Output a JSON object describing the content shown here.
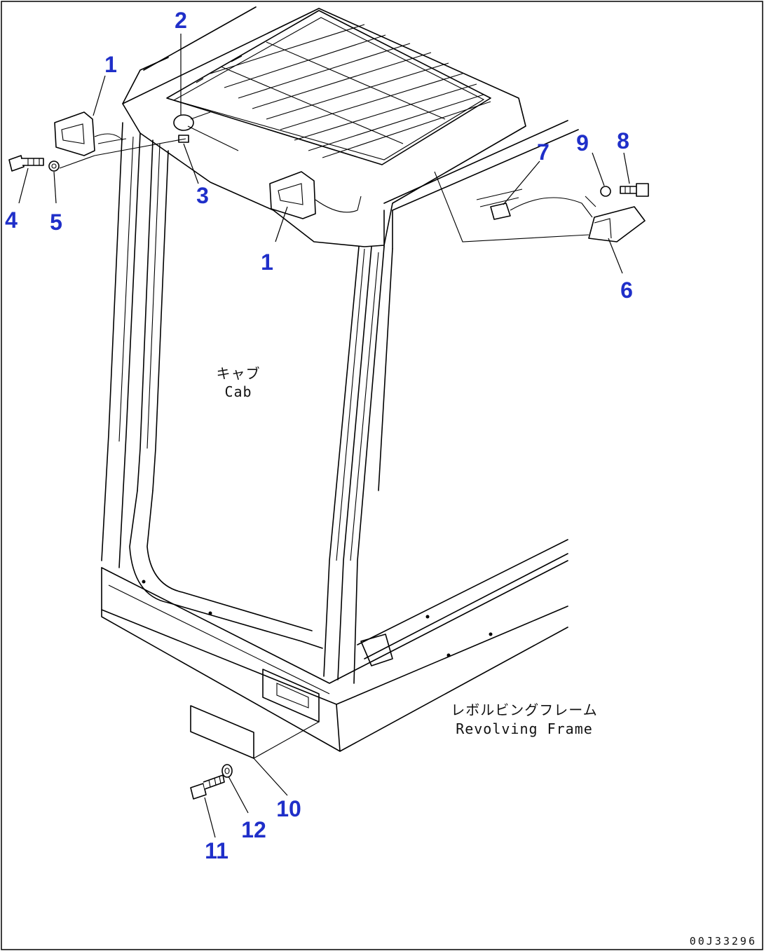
{
  "callouts": [
    {
      "id": "1a",
      "text": "1"
    },
    {
      "id": "2",
      "text": "2"
    },
    {
      "id": "3",
      "text": "3"
    },
    {
      "id": "4",
      "text": "4"
    },
    {
      "id": "5",
      "text": "5"
    },
    {
      "id": "1b",
      "text": "1"
    },
    {
      "id": "7",
      "text": "7"
    },
    {
      "id": "9",
      "text": "9"
    },
    {
      "id": "8",
      "text": "8"
    },
    {
      "id": "6",
      "text": "6"
    },
    {
      "id": "10",
      "text": "10"
    },
    {
      "id": "12",
      "text": "12"
    },
    {
      "id": "11",
      "text": "11"
    }
  ],
  "labels": {
    "cab_jp": "キャブ",
    "cab_en": "Cab",
    "frame_jp": "レボルビングフレーム",
    "frame_en": "Revolving Frame"
  },
  "drawing_code": "00J33296",
  "colors": {
    "callout": "#1f2fc9",
    "line": "#000000",
    "background": "#ffffff"
  }
}
